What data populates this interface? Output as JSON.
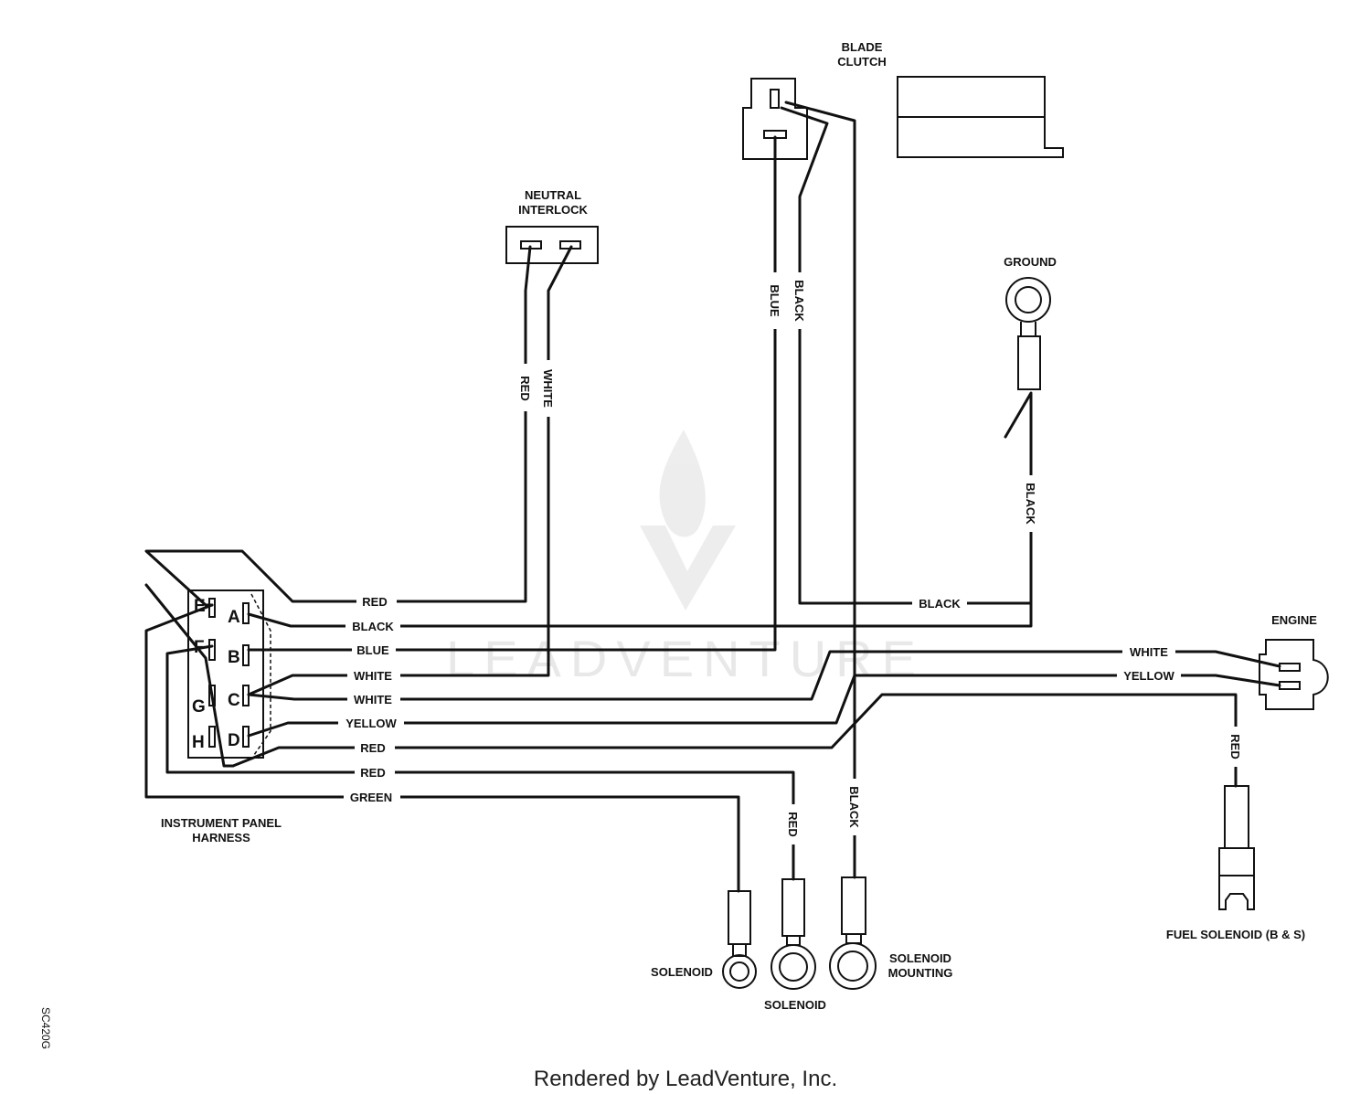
{
  "components": {
    "blade_clutch": "BLADE\nCLUTCH",
    "neutral_interlock": "NEUTRAL\nINTERLOCK",
    "ground": "GROUND",
    "engine": "ENGINE",
    "instrument_panel_harness": "INSTRUMENT PANEL\nHARNESS",
    "solenoid_left": "SOLENOID",
    "solenoid_middle": "SOLENOID",
    "solenoid_mounting": "SOLENOID\nMOUNTING",
    "fuel_solenoid": "FUEL SOLENOID (B & S)"
  },
  "connector_pins": {
    "left": [
      "E",
      "F",
      "G",
      "H"
    ],
    "right": [
      "A",
      "B",
      "C",
      "D"
    ]
  },
  "wires": {
    "harness_red_top": "RED",
    "harness_black": "BLACK",
    "harness_blue": "BLUE",
    "harness_white_1": "WHITE",
    "harness_white_2": "WHITE",
    "harness_yellow": "YELLOW",
    "harness_red_1": "RED",
    "harness_red_2": "RED",
    "harness_green": "GREEN",
    "interlock_red": "RED",
    "interlock_white": "WHITE",
    "clutch_blue": "BLUE",
    "clutch_black": "BLACK",
    "ground_black_vertical": "BLACK",
    "ground_black_horizontal": "BLACK",
    "engine_white": "WHITE",
    "engine_yellow": "YELLOW",
    "fuel_red": "RED",
    "solenoid_red": "RED",
    "mounting_black": "BLACK"
  },
  "drawing_code": "SC420G",
  "watermark": "LEADVENTURE",
  "footer": "Rendered by LeadVenture, Inc."
}
